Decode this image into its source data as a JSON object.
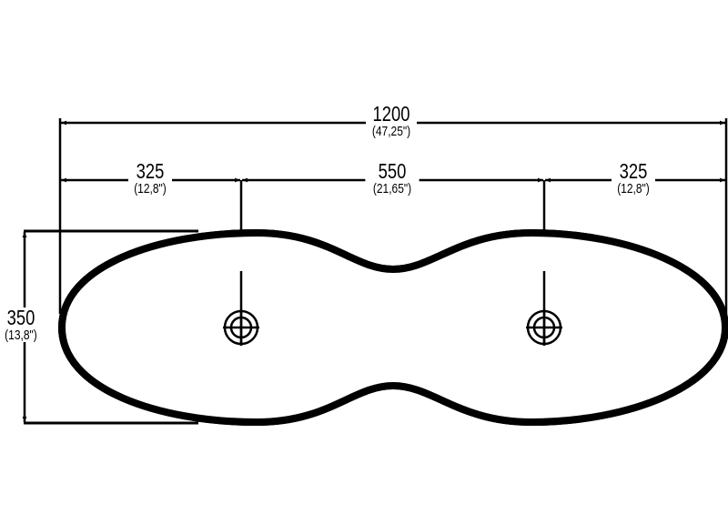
{
  "dimensions": {
    "overall_length": {
      "value": "1200",
      "inches": "(47,25\")"
    },
    "left_offset": {
      "value": "325",
      "inches": "(12,8\")"
    },
    "center_spacing": {
      "value": "550",
      "inches": "(21,65\")"
    },
    "right_offset": {
      "value": "325",
      "inches": "(12,8\")"
    },
    "width": {
      "value": "350",
      "inches": "(13,8\")"
    }
  }
}
